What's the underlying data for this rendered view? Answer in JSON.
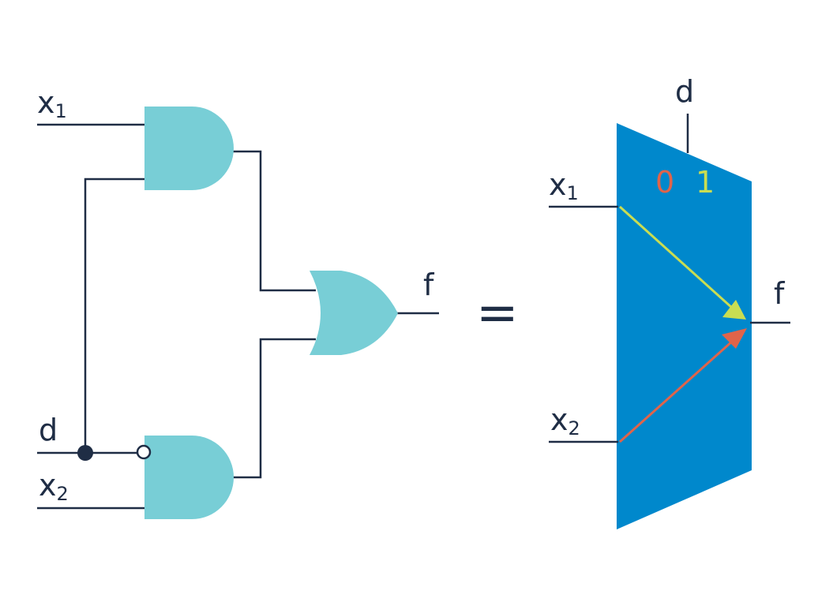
{
  "colors": {
    "wire": "#1f2d45",
    "gate": "#78ced6",
    "mux": "#0088cc",
    "select0": "#e0644a",
    "select1": "#c9dd52"
  },
  "left_circuit": {
    "input_x1": {
      "base": "x",
      "sub": "1"
    },
    "input_d": "d",
    "input_x2": {
      "base": "x",
      "sub": "2"
    },
    "output_f": "f"
  },
  "equals": "=",
  "mux": {
    "select_label": "d",
    "input_x1": {
      "base": "x",
      "sub": "1"
    },
    "input_x2": {
      "base": "x",
      "sub": "2"
    },
    "output_f": "f",
    "sel0_label": "0",
    "sel1_label": "1"
  }
}
